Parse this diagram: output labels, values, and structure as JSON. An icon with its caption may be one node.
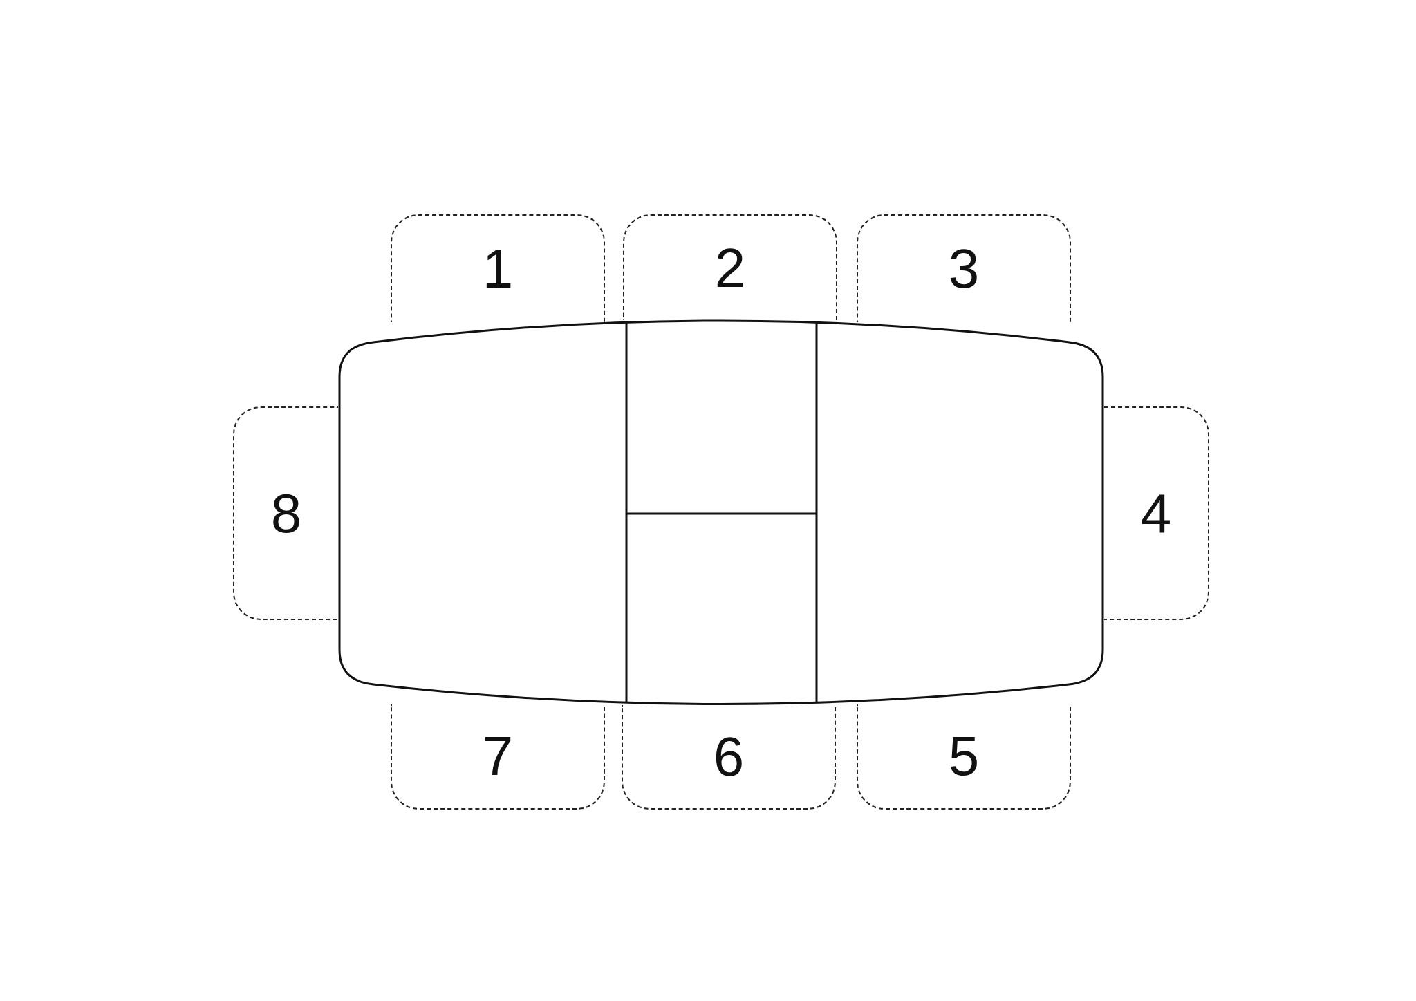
{
  "diagram": {
    "nodes": [
      {
        "text": [
          "1"
        ]
      },
      {
        "text": [
          "2"
        ]
      },
      {
        "text": [
          "3"
        ]
      },
      {
        "text": [
          "8"
        ]
      },
      {
        "text": [
          "4"
        ]
      },
      {
        "text": [
          "7"
        ]
      },
      {
        "text": [
          "6"
        ]
      },
      {
        "text": [
          "5"
        ]
      }
    ]
  }
}
